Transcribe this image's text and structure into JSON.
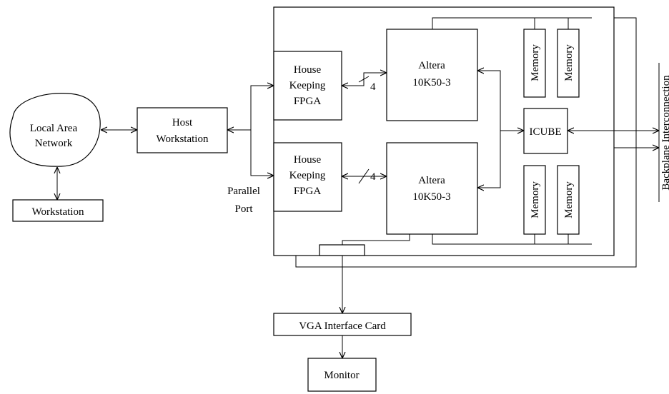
{
  "nodes": {
    "lan": {
      "line1": "Local Area",
      "line2": "Network"
    },
    "workstation": {
      "label": "Workstation"
    },
    "host": {
      "line1": "Host",
      "line2": "Workstation"
    },
    "parallel_port": {
      "line1": "Parallel",
      "line2": "Port"
    },
    "hk_fpga_top": {
      "line1": "House",
      "line2": "Keeping",
      "line3": "FPGA"
    },
    "hk_fpga_bottom": {
      "line1": "House",
      "line2": "Keeping",
      "line3": "FPGA"
    },
    "altera_top": {
      "line1": "Altera",
      "line2": "10K50-3"
    },
    "altera_bottom": {
      "line1": "Altera",
      "line2": "10K50-3"
    },
    "bus_width_top": {
      "label": "4"
    },
    "bus_width_bottom": {
      "label": "4"
    },
    "icube": {
      "label": "ICUBE"
    },
    "memory_top_1": {
      "label": "Memory"
    },
    "memory_top_2": {
      "label": "Memory"
    },
    "memory_bottom_1": {
      "label": "Memory"
    },
    "memory_bottom_2": {
      "label": "Memory"
    },
    "vga_card": {
      "label": "VGA Interface Card"
    },
    "monitor": {
      "label": "Monitor"
    },
    "backplane": {
      "label": "Backplane Interconnection"
    }
  },
  "colors": {
    "stroke": "#000000",
    "background": "#ffffff"
  }
}
